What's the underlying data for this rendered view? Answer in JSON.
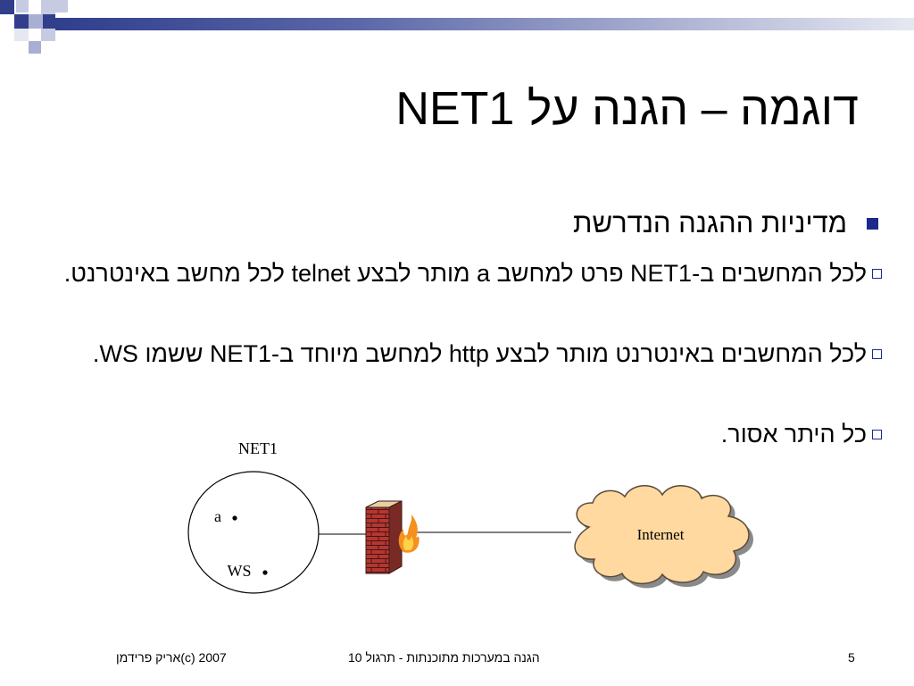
{
  "slide": {
    "title": "דוגמה – הגנה על NET1",
    "bullet": "מדיניות ההגנה הנדרשת",
    "subbullets": [
      "לכל המחשבים ב-NET1 פרט למחשב a מותר לבצע  telnet לכל מחשב באינטרנט.",
      "לכל המחשבים באינטרנט מותר לבצע http למחשב מיוחד ב-NET1 ששמו WS.",
      "כל היתר אסור."
    ]
  },
  "diagram": {
    "network_label": "NET1",
    "host_a": "a",
    "host_ws": "WS",
    "internet_label": "Internet",
    "colors": {
      "brick": "#b8352e",
      "cloud": "#ffd9a0",
      "flame": "#f5901f"
    }
  },
  "footer": {
    "left": "אריק פרידמן(c) 2007",
    "center": "הגנה במערכות מתוכנתות - תרגול 10",
    "page": "5"
  }
}
